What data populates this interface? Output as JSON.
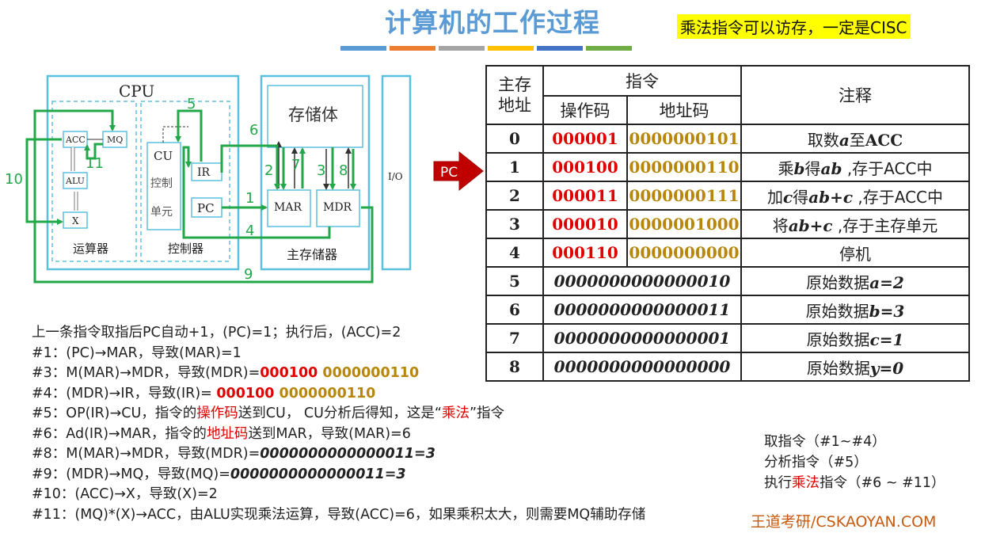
{
  "title": "计算机的工作过程",
  "note": "乘法指令可以访存，一定是CISC",
  "colors": {
    "title": "#5b9bd5",
    "deco": [
      "#5b9bd5",
      "#ed7d31",
      "#a5a5a5",
      "#ffc000",
      "#4472c4",
      "#70ad47"
    ],
    "green_path": "#22a84a",
    "box_border": "#5bc0de",
    "opcode": "#e00000",
    "address": "#b8860b",
    "pc_arrow": "#c00000"
  },
  "diagram": {
    "cpu": "CPU",
    "acc": "ACC",
    "mq": "MQ",
    "alu": "ALU",
    "x": "X",
    "alu_unit": "运算器",
    "cu": "CU",
    "cu_sub1": "控制",
    "cu_sub2": "单元",
    "ir": "IR",
    "pc": "PC",
    "controller": "控制器",
    "storage": "存储体",
    "mar": "MAR",
    "mdr": "MDR",
    "main_memory": "主存储器",
    "io": "I/O",
    "nums": {
      "n1": "1",
      "n2": "2",
      "n3": "3",
      "n4": "4",
      "n5": "5",
      "n6": "6",
      "n7": "7",
      "n8": "8",
      "n9": "9",
      "n10": "10",
      "n11": "11"
    }
  },
  "pc_arrow_label": "PC",
  "table": {
    "h_addr": "主存\n地址",
    "h_instr": "指令",
    "h_op": "操作码",
    "h_ad": "地址码",
    "h_note": "注释",
    "rows": [
      {
        "addr": "0",
        "op": "000001",
        "ad": "0000000101",
        "c1": "取数",
        "c2": "a",
        "c3": "至",
        "c4": "ACC",
        "c5": ""
      },
      {
        "addr": "1",
        "op": "000100",
        "ad": "0000000110",
        "c1": "乘",
        "c2": "b",
        "c3": "得",
        "c4": "ab",
        "c5": " ,存于ACC中"
      },
      {
        "addr": "2",
        "op": "000011",
        "ad": "0000000111",
        "c1": "加",
        "c2": "c",
        "c3": "得",
        "c4": "ab+c",
        "c5": "  ,存于ACC中"
      },
      {
        "addr": "3",
        "op": "000010",
        "ad": "0000001000",
        "c1": "将",
        "c2": "ab+c",
        "c3": "",
        "c4": "",
        "c5": " ,存于主存单元"
      },
      {
        "addr": "4",
        "op": "000110",
        "ad": "0000000000",
        "c1": "停机",
        "c2": "",
        "c3": "",
        "c4": "",
        "c5": ""
      }
    ],
    "data_rows": [
      {
        "addr": "5",
        "raw": "0000000000000010",
        "label": "原始数据",
        "val": "a=2"
      },
      {
        "addr": "6",
        "raw": "0000000000000011",
        "label": "原始数据",
        "val": "b=3"
      },
      {
        "addr": "7",
        "raw": "0000000000000001",
        "label": "原始数据",
        "val": "c=1"
      },
      {
        "addr": "8",
        "raw": "0000000000000000",
        "label": "原始数据",
        "val": "y=0"
      }
    ]
  },
  "steps": {
    "s0": "上一条指令取指后PC自动+1，(PC)=1；执行后，(ACC)=2",
    "s1": "#1：(PC)→MAR，导致(MAR)=1",
    "s3a": "#3：M(MAR)→MDR，导致(MDR)=",
    "s3op": "000100",
    "s3ad": " 0000000110",
    "s4a": "#4：(MDR)→IR，导致(IR)= ",
    "s4op": "000100",
    "s4ad": " 0000000110",
    "s5a": "#5：OP(IR)→CU，指令的",
    "s5b": "操作码",
    "s5c": "送到CU， CU分析后得知，这是“",
    "s5d": "乘法",
    "s5e": "”指令",
    "s6a": "#6：Ad(IR)→MAR，指令的",
    "s6b": "地址码",
    "s6c": "送到MAR，导致(MAR)=6",
    "s8a": "#8：M(MAR)→MDR，导致(MDR)=",
    "s8b": "0000000000000011=3",
    "s9a": "#9：(MDR)→MQ，导致(MQ)=",
    "s9b": "0000000000000011=3",
    "s10": "#10：(ACC)→X，导致(X)=2",
    "s11": "#11：(MQ)*(X)→ACC，由ALU实现乘法运算，导致(ACC)=6，如果乘积太大，则需要MQ辅助存储"
  },
  "summary": {
    "l1": "取指令（#1~#4）",
    "l2": "分析指令（#5）",
    "l3a": "执行",
    "l3b": "乘法",
    "l3c": "指令（#6 ~ #11）"
  },
  "brand": "王道考研/CSKAOYAN.COM"
}
